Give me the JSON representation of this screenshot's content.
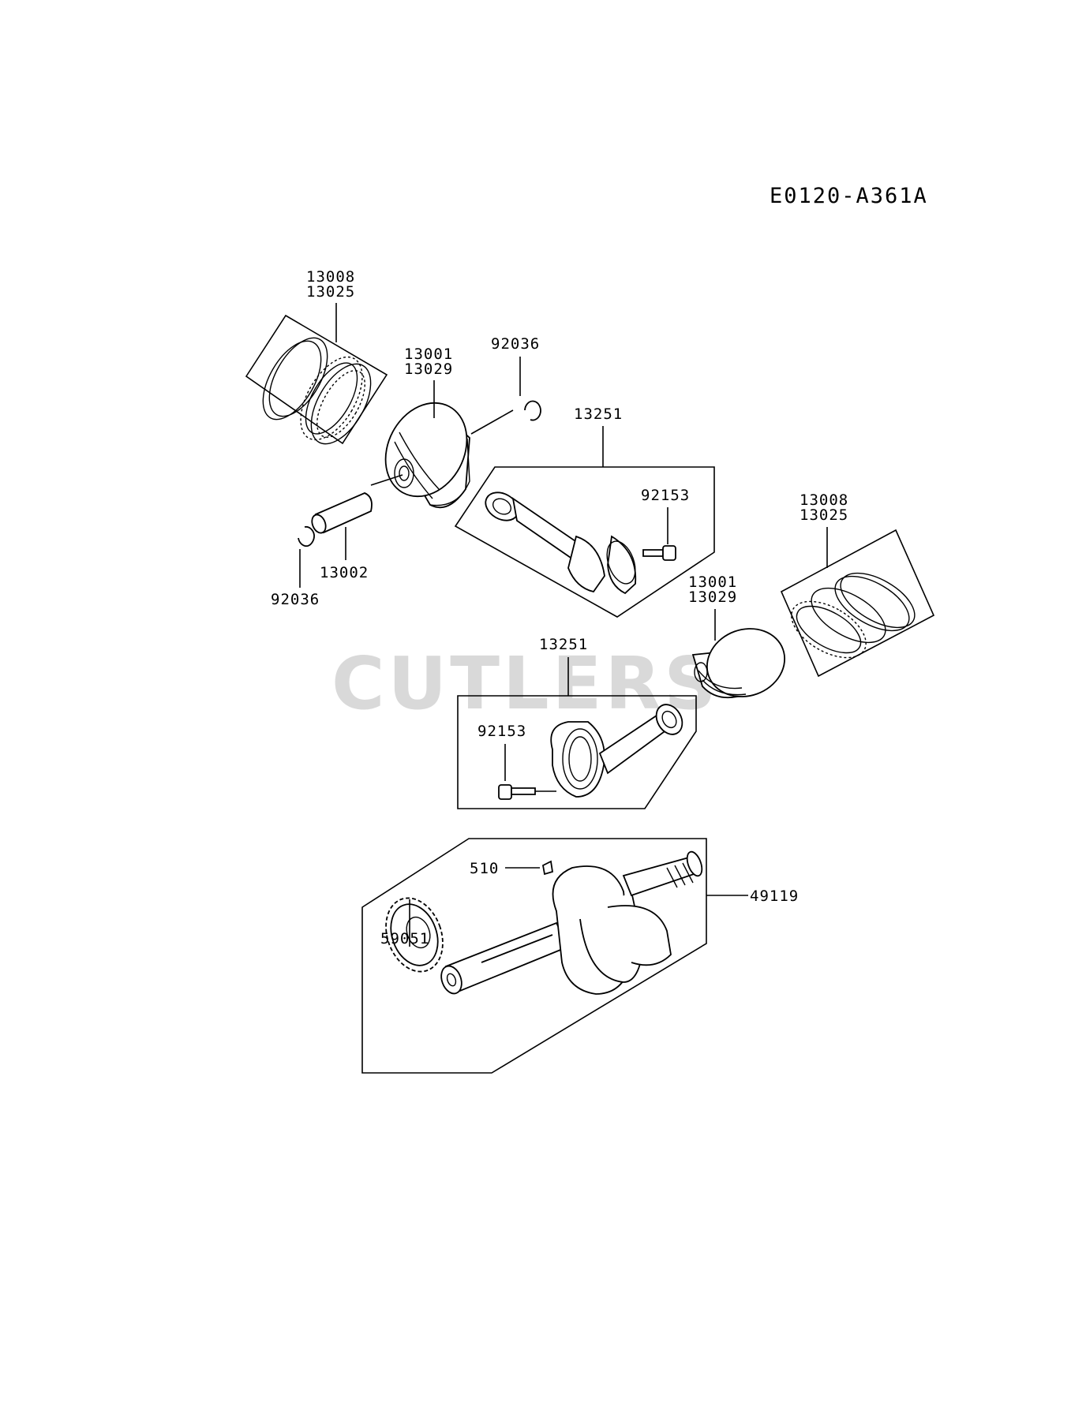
{
  "diagram_code": "E0120-A361A",
  "watermark": "CUTLERS",
  "labels": {
    "rings_top_a": "13008",
    "rings_top_b": "13025",
    "piston_top_a": "13001",
    "piston_top_b": "13029",
    "clip_top": "92036",
    "rod_top": "13251",
    "bolt_top": "92153",
    "pin": "13002",
    "clip_bottom": "92036",
    "rings_right_a": "13008",
    "rings_right_b": "13025",
    "piston_right_a": "13001",
    "piston_right_b": "13029",
    "rod_bottom": "13251",
    "bolt_bottom": "92153",
    "key": "510",
    "crankshaft": "49119",
    "gear": "59051"
  }
}
